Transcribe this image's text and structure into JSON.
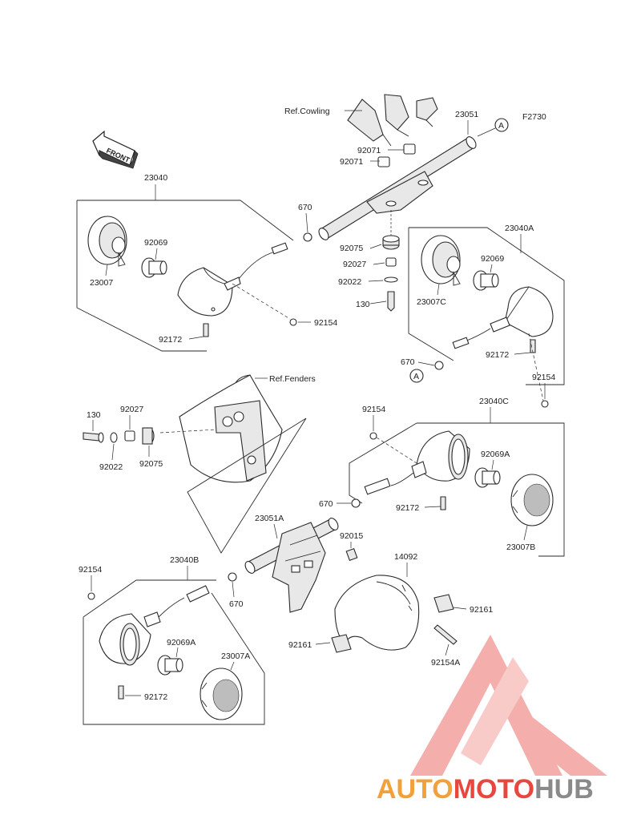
{
  "figure_code": "F2730",
  "refs": {
    "cowling": "Ref.Cowling",
    "fenders": "Ref.Fenders"
  },
  "front_label": "FRONT",
  "circle_ref": "A",
  "parts": {
    "p23040": "23040",
    "p23040A": "23040A",
    "p23040B": "23040B",
    "p23040C": "23040C",
    "p23051": "23051",
    "p23051A": "23051A",
    "p23007": "23007",
    "p23007A": "23007A",
    "p23007B": "23007B",
    "p23007C": "23007C",
    "p92069": "92069",
    "p92069A": "92069A",
    "p92071": "92071",
    "p92075": "92075",
    "p92027": "92027",
    "p92022": "92022",
    "p130": "130",
    "p670": "670",
    "p92154": "92154",
    "p92154A": "92154A",
    "p92172": "92172",
    "p92015": "92015",
    "p14092": "14092",
    "p92161": "92161"
  },
  "watermark": {
    "part1": "AUTO",
    "part2": "MOTO",
    "part3": "HUB"
  },
  "colors": {
    "wm_red": "#e8473f",
    "wm_orange": "#f2a13a",
    "wm_grey": "#7a7a7a",
    "wm_logo": "#f08a84"
  }
}
